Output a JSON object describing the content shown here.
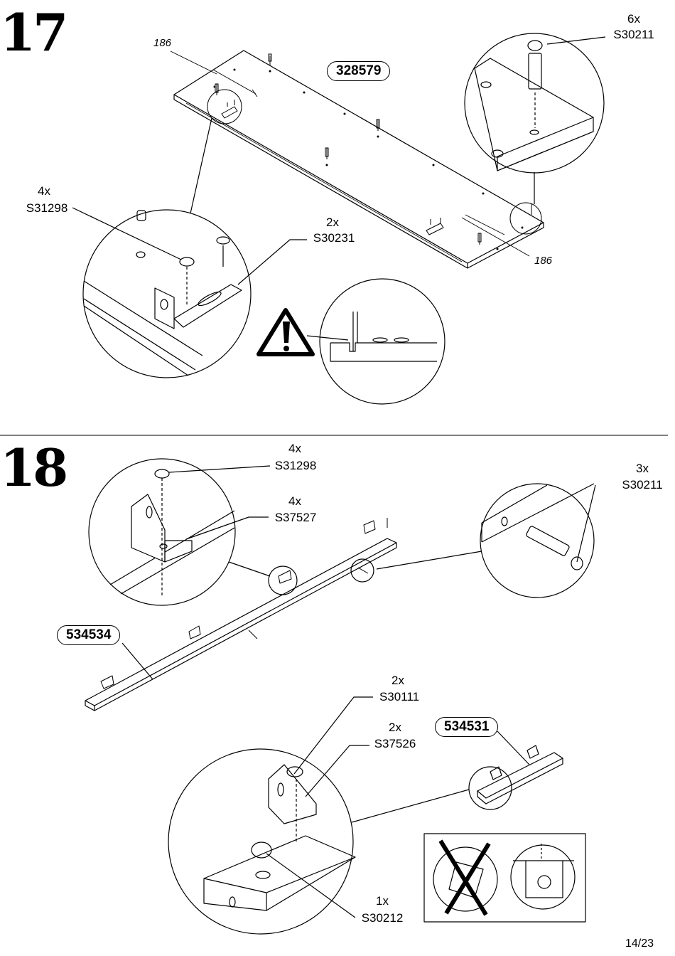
{
  "page": {
    "number": "14/23"
  },
  "step17": {
    "number": "17",
    "panel_code": "328579",
    "dim_left": "186",
    "dim_right": "186",
    "callouts": [
      {
        "qty": "6x",
        "part": "S30211"
      },
      {
        "qty": "4x",
        "part": "S31298"
      },
      {
        "qty": "2x",
        "part": "S30231"
      }
    ]
  },
  "step18": {
    "number": "18",
    "panel_codes": [
      "534534",
      "534531"
    ],
    "callouts": [
      {
        "qty": "4x",
        "part": "S31298"
      },
      {
        "qty": "4x",
        "part": "S37527"
      },
      {
        "qty": "3x",
        "part": "S30211"
      },
      {
        "qty": "2x",
        "part": "S30111"
      },
      {
        "qty": "2x",
        "part": "S37526"
      },
      {
        "qty": "1x",
        "part": "S30212"
      }
    ]
  },
  "icons": [
    "warning-icon",
    "wrong-orientation-icon",
    "correct-orientation-icon"
  ]
}
